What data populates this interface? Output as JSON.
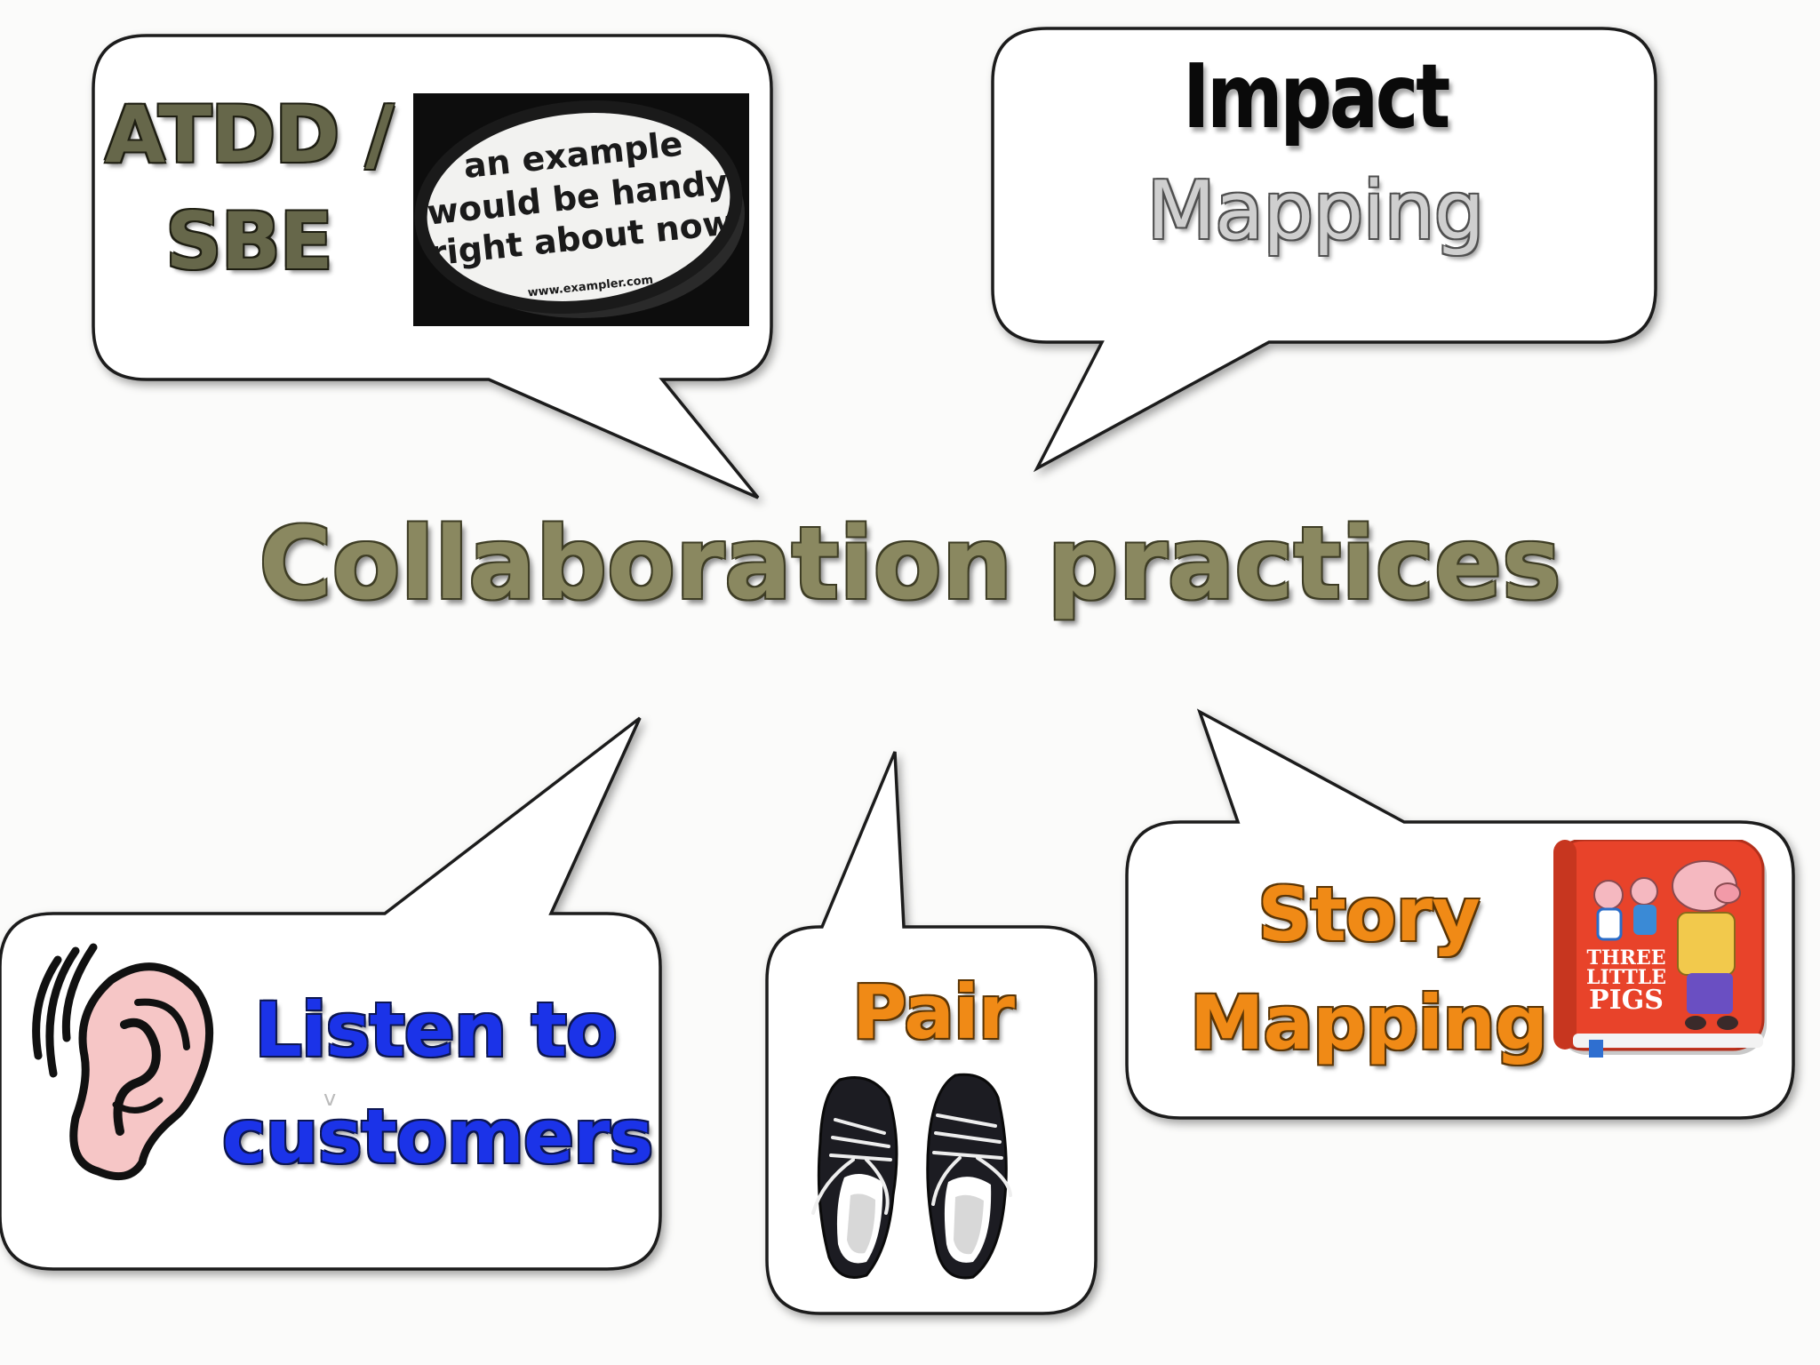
{
  "center": {
    "title": "Collaboration practices"
  },
  "atdd": {
    "line1": "ATDD /",
    "line2": "SBE",
    "sticker": {
      "line1": "an example",
      "line2": "would be handy",
      "line3": "right about now",
      "url": "www.exampler.com"
    }
  },
  "impact": {
    "line1": "Impact",
    "line2": "Mapping"
  },
  "listen": {
    "line1": "Listen to",
    "line2": "customers",
    "stray_mark": "v"
  },
  "pair": {
    "label": "Pair"
  },
  "story": {
    "line1": "Story",
    "line2": "Mapping",
    "book": {
      "line1": "THREE",
      "line2": "LITTLE",
      "line3": "PIGS"
    }
  },
  "colors": {
    "olive_text": "#66674a",
    "title_text": "#8a8860",
    "blue_text": "#1b33e8",
    "orange_text": "#f08a16",
    "book_red": "#e8432a"
  },
  "icons": [
    "ear-icon",
    "sneakers-icon",
    "storybook-icon",
    "oval-sticker-image"
  ]
}
